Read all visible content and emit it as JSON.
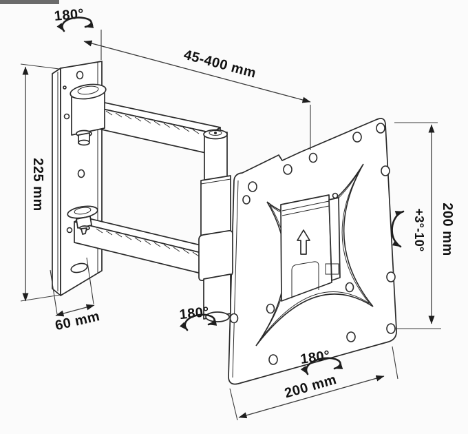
{
  "diagram": {
    "name": "tv-wall-mount-dimension-diagram",
    "colors": {
      "background": "#fbfbfb",
      "line": "#2a2a2a",
      "dimension_line": "#3a3a3a",
      "text": "#111111",
      "artifact_bar": "#6b6b6b"
    },
    "labels": {
      "swivel_wall_bracket": "180°",
      "extension_range": "45-400 mm",
      "wall_plate_height": "225 mm",
      "wall_plate_width": "60 mm",
      "swivel_arm_joint": "180°",
      "tilt_range": "+3°-10°",
      "vesa_plate_height": "200 mm",
      "swivel_plate_joint": "180°",
      "vesa_plate_width": "200 mm"
    },
    "icons": [
      "rotation-arrow-icon",
      "tilt-arrow-icon",
      "up-arrow-icon"
    ]
  }
}
